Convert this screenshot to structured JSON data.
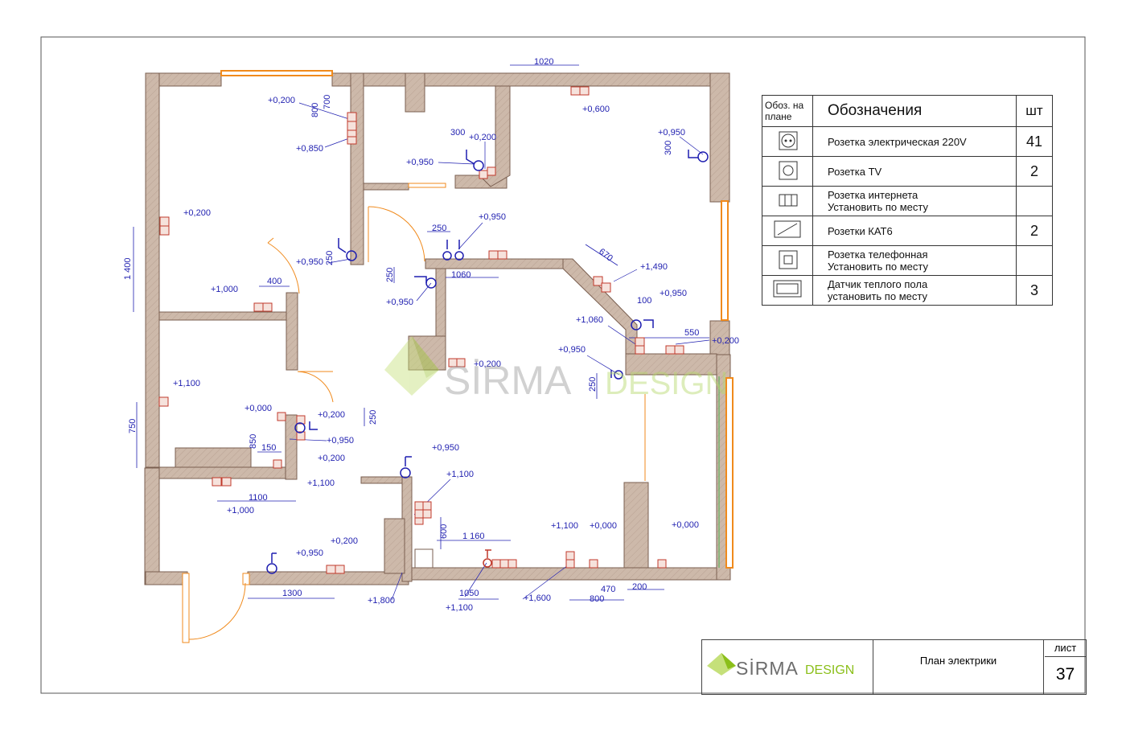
{
  "plan": {
    "dimensions": [
      "1020",
      "800",
      "700",
      "300",
      "300",
      "1 400",
      "400",
      "250",
      "250",
      "250",
      "1060",
      "670",
      "100",
      "550",
      "250",
      "750",
      "850",
      "150",
      "1100",
      "600",
      "1 160",
      "1300",
      "1050",
      "470",
      "800",
      "200",
      "250"
    ],
    "marks": [
      "+0,200",
      "+0,850",
      "+0,200",
      "+0,950",
      "+0,600",
      "+0,950",
      "+0,200",
      "+0,950",
      "+0,950",
      "+0,950",
      "+1,000",
      "+1,490",
      "+0,950",
      "+1,060",
      "+0,200",
      "+0,950",
      "+0,200",
      "+1,100",
      "+0,000",
      "+0,200",
      "+0,950",
      "+0,200",
      "+1,100",
      "+0,950",
      "+1,100",
      "+1,000",
      "+0,200",
      "+0,950",
      "+1,800",
      "+1,100",
      "+1,600",
      "+1,100",
      "+0,000",
      "+0,000"
    ]
  },
  "watermark": {
    "sirma": "SİRMA",
    "design": "DESIGN"
  },
  "legend": {
    "header": {
      "code": "Обоз. на плане",
      "name": "Обозначения",
      "qty": "шт"
    },
    "rows": [
      {
        "symbol": "socket-220v-icon",
        "name_line1": "Розетка электрическая 220V",
        "name_line2": "",
        "qty": "41"
      },
      {
        "symbol": "tv-socket-icon",
        "name_line1": "Розетка TV",
        "name_line2": "",
        "qty": "2"
      },
      {
        "symbol": "internet-socket-icon",
        "name_line1": "Розетка интернета",
        "name_line2": "Установить по месту",
        "qty": ""
      },
      {
        "symbol": "cat6-socket-icon",
        "name_line1": "Розетки КАТ6",
        "name_line2": "",
        "qty": "2"
      },
      {
        "symbol": "phone-socket-icon",
        "name_line1": "Розетка телефонная",
        "name_line2": "Установить по месту",
        "qty": ""
      },
      {
        "symbol": "floor-heating-sensor-icon",
        "name_line1": "Датчик теплого пола",
        "name_line2": "установить по месту",
        "qty": "3"
      }
    ]
  },
  "stamp": {
    "logo_sirma": "SİRMA",
    "logo_design": "DESIGN",
    "title": "План электрики",
    "sheet_label": "лист",
    "sheet_number": "37"
  },
  "colors": {
    "wall": "#c8b5a6",
    "wall_edge": "#7a5f50",
    "dim": "#1f1fb0",
    "socket": "#c0392b",
    "window": "#f08a1c",
    "logo_green": "#8bbf1a"
  }
}
